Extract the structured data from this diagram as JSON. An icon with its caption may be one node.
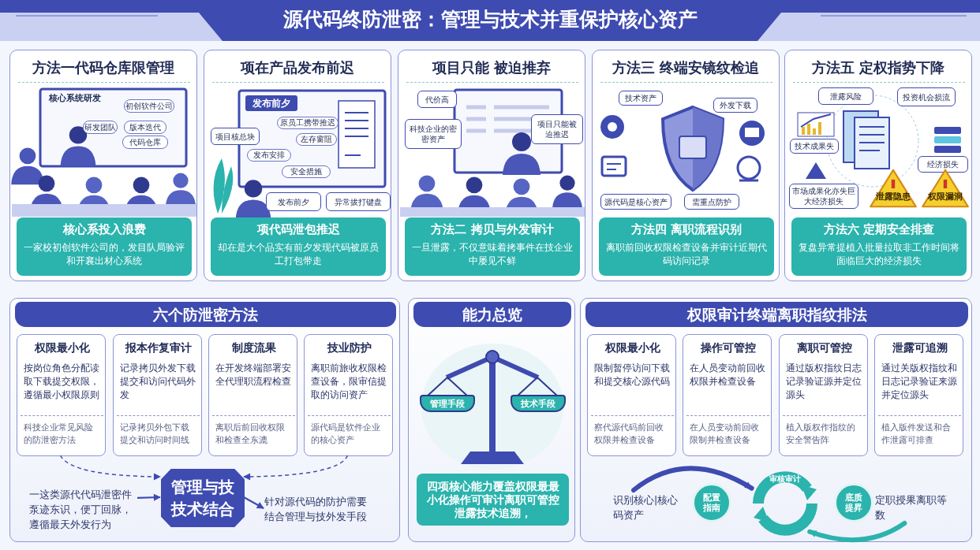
{
  "diagram": {
    "title": "源代码终防泄密：管理与技术并重保护核心资产",
    "nodes": [
      {
        "text": [
          "方法一代码仓库限管理"
        ]
      },
      {
        "text": [
          "核心系投入浪费",
          "一家校初创软件公司的，发目队局验评和开襄出材心系统"
        ],
        "in": 0
      },
      {
        "text": [
          "初创软件公司"
        ],
        "in": 0
      },
      {
        "text": [
          "研发团队"
        ],
        "in": 0
      },
      {
        "text": [
          "版本迭代"
        ],
        "in": 0
      },
      {
        "text": [
          "代码仓库"
        ],
        "in": 0
      },
      {
        "text": [
          "项在产品发布前迟"
        ]
      },
      {
        "text": [
          "项代码泄包推迟",
          "却在是大个品实有前夕发现代码被原员工打包带走"
        ],
        "in": 6
      },
      {
        "text": [
          "发布前夕"
        ],
        "in": 6
      },
      {
        "text": [
          "原员工携带推迟"
        ],
        "in": 6
      },
      {
        "text": [
          "左存窗阻"
        ],
        "in": 6
      },
      {
        "text": [
          "发布安排"
        ],
        "in": 6
      },
      {
        "text": [
          "安全措施"
        ],
        "in": 6
      },
      {
        "text": [
          "项目核总块"
        ],
        "in": 6
      },
      {
        "text": [
          "发布前夕"
        ],
        "in": 6
      },
      {
        "text": [
          "异常拔打键盘"
        ],
        "in": 6
      },
      {
        "text": [
          "项目只能 被迫推弃"
        ]
      },
      {
        "text": [
          "方法二 拷贝与外发审计",
          "一旦泄露，不仅意味着拷事件在技企业中屡见不鲜"
        ],
        "in": 16
      },
      {
        "text": [
          "代价高"
        ],
        "in": 16
      },
      {
        "text": [
          "科技企业的密密资产"
        ],
        "in": 16
      },
      {
        "text": [
          "项目只能被迫推迟"
        ],
        "in": 16
      },
      {
        "text": [
          "方法三 终端安镜纹检追"
        ]
      },
      {
        "text": [
          "方法四 离职流程识别",
          "离职前回收权限检查设备并审计近期代码访问记录"
        ],
        "in": 21
      },
      {
        "text": [
          "技术资产"
        ],
        "in": 21
      },
      {
        "text": [
          "外发下载"
        ],
        "in": 21
      },
      {
        "text": [
          "源代码是核心资产"
        ],
        "in": 21
      },
      {
        "text": [
          "需重点防护"
        ],
        "in": 21
      },
      {
        "text": [
          "方法五 定权指势下降"
        ]
      },
      {
        "text": [
          "方法六 定期安全排查",
          "复盘异常提植入批量拉取非工作时间将面临巨大的经济损失"
        ],
        "in": 27
      },
      {
        "text": [
          "泄露风险"
        ],
        "in": 27
      },
      {
        "text": [
          "投资机会损流"
        ],
        "in": 27
      },
      {
        "text": [
          "技术成果失"
        ],
        "in": 27
      },
      {
        "text": [
          "经济损失"
        ],
        "in": 27
      },
      {
        "text": [
          "市场成果化亦失巨大经济损失"
        ],
        "in": 27
      },
      {
        "text": [
          "泄露隐患"
        ],
        "in": 27
      },
      {
        "text": [
          "权限漏洞"
        ],
        "in": 27
      },
      {
        "text": [
          "六个防泄密方法"
        ]
      },
      {
        "text": [
          "权限最小化",
          "按岗位角色分配读取下载提交权限，遵循最小权限原则",
          "科技企业常见风险的防泄密方法"
        ],
        "in": 36
      },
      {
        "text": [
          "报本作复审计",
          "记录拷贝外发下载提交和访问代码外发",
          "记录拷贝外包下载提交和访问时间线"
        ],
        "in": 36
      },
      {
        "text": [
          "制度流果",
          "在开发终端部署安全代理职流程检查",
          "离职后前回收权限和检查全东漉"
        ],
        "in": 36
      },
      {
        "text": [
          "技业防护",
          "离职前旅收权限检查设备，限审信提取的访问资产",
          "源代码是软件企业的核心资产"
        ],
        "in": 36
      },
      {
        "text": [
          "一这类源代代码泄密件泵迹东识，便丁回脉，遵循最天外发行为"
        ],
        "in": 36
      },
      {
        "text": [
          "管理与技技术结合"
        ],
        "in": 36
      },
      {
        "text": [
          "针对源代码的防护需要结合管理与技外发手段"
        ],
        "in": 36
      },
      {
        "text": [
          "能力总览"
        ]
      },
      {
        "text": [
          "管理手段"
        ],
        "in": 44
      },
      {
        "text": [
          "技术手段"
        ],
        "in": 44
      },
      {
        "text": [
          "四项核心能力覆盖权限最最小化操作可审计离职可管控泄露技术追溯，"
        ],
        "in": 44
      },
      {
        "text": [
          "权限审计终端离职指纹排法"
        ]
      },
      {
        "text": [
          "权限最小化",
          "限制暂停访问下载和提交核心源代码",
          "察代源代码前回收权限并检查设备"
        ],
        "in": 48
      },
      {
        "text": [
          "操作可管控",
          "在人员变动前回收权限并检查设备",
          "在人员变动前回收限制并检查设备"
        ],
        "in": 48
      },
      {
        "text": [
          "离职可管控",
          "通过版权指纹日志记录验证源并定位源头",
          "植入版权作指纹的安全警告阵"
        ],
        "in": 48
      },
      {
        "text": [
          "泄露可追溯",
          "通过关版权指纹和日志记录验证来源并定位源头",
          "植入版件发送和合作泄露可排查"
        ],
        "in": 48
      },
      {
        "text": [
          "识别核心|核心码资产"
        ],
        "in": 48
      },
      {
        "text": [
          "配置指南"
        ],
        "in": 48
      },
      {
        "text": [
          "审核审计"
        ],
        "in": 48
      },
      {
        "text": [
          "底质提昇"
        ],
        "in": 48
      },
      {
        "text": [
          "定职授果离职等数"
        ],
        "in": 48
      }
    ],
    "edges": [
      {
        "from": 41,
        "to": 42,
        "arrow": "to"
      },
      {
        "from": 42,
        "to": 43,
        "arrow": "to"
      },
      {
        "from": 37,
        "to": 42,
        "arrow": "to",
        "style": "dashed"
      },
      {
        "from": 40,
        "to": 42,
        "arrow": "to",
        "style": "dashed"
      },
      {
        "from": 53,
        "to": 55,
        "arrow": "to",
        "style": "thick"
      },
      {
        "from": 57,
        "to": 55,
        "arrow": "to",
        "style": "thick",
        "color": "#2bb3ad"
      }
    ],
    "labels": [
      "核心系统研发"
    ]
  }
}
